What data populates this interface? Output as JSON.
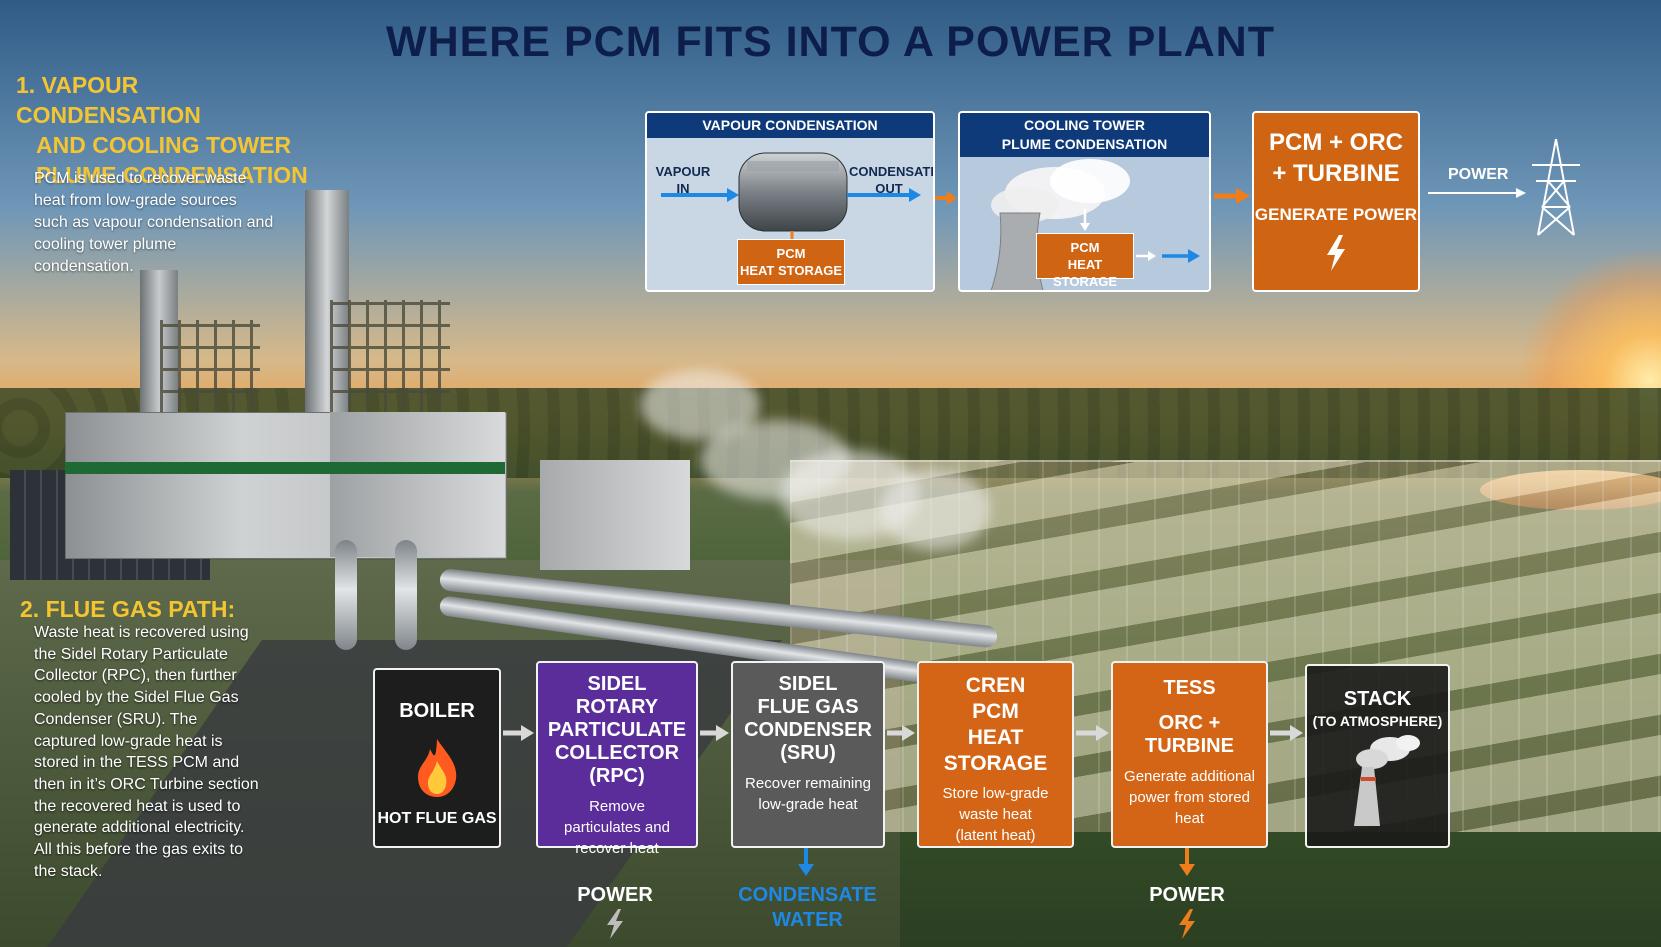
{
  "title": "WHERE PCM FITS INTO A POWER PLANT",
  "section1": {
    "heading_lines": [
      "1.  VAPOUR CONDENSATION",
      "AND COOLING TOWER",
      "PLUME CONDENSATION"
    ],
    "body": "PCM is used to recover waste heat from low-grade sources such as vapour condensation and cooling tower plume condensation."
  },
  "top_flow": {
    "vapour_panel": {
      "title": "VAPOUR CONDENSATION",
      "input_label": [
        "VAPOUR",
        "IN"
      ],
      "output_label": [
        "CONDENSATE",
        "OUT"
      ],
      "storage_label": [
        "PCM",
        "HEAT STORAGE"
      ]
    },
    "cooling_panel": {
      "title": [
        "COOLING TOWER",
        "PLUME CONDENSATION"
      ],
      "storage_label": [
        "PCM",
        "HEAT STORAGE"
      ]
    },
    "generation_box": {
      "title": [
        "PCM + ORC",
        "+ TURBINE"
      ],
      "subtitle": "GENERATE POWER"
    },
    "power_label": "POWER"
  },
  "section2": {
    "heading": "2. FLUE GAS PATH:",
    "body": "Waste heat is recovered using the Sidel Rotary Particulate Collector (RPC), then further cooled by the Sidel Flue Gas Condenser (SRU). The captured low-grade heat is stored in the TESS PCM and then in it’s ORC Turbine section the recovered heat is used to generate additional electricity. All this before the gas exits to the stack."
  },
  "flue_path": [
    {
      "id": "boiler",
      "title": [
        "BOILER"
      ],
      "desc": "HOT FLUE GAS",
      "color": "#1c1c1c"
    },
    {
      "id": "rpc",
      "title": [
        "SIDEL",
        "ROTARY",
        "PARTICULATE",
        "COLLECTOR (RPC)"
      ],
      "desc": "Remove particulates and recover heat",
      "color": "#5a2d9a"
    },
    {
      "id": "sru",
      "title": [
        "SIDEL",
        "FLUE GAS",
        "CONDENSER",
        "(SRU)"
      ],
      "desc": "Recover remaining low-grade heat",
      "color": "#5a5a5a"
    },
    {
      "id": "cren",
      "title": [
        "CREN",
        "PCM",
        "HEAT STORAGE"
      ],
      "desc": "Store low-grade waste heat (latent heat)",
      "color": "#d46516"
    },
    {
      "id": "tess",
      "title": [
        "TESS",
        "ORC + TURBINE"
      ],
      "desc": "Generate additional power from stored heat",
      "color": "#d46516"
    },
    {
      "id": "stack",
      "title": [
        "STACK"
      ],
      "desc": "(TO ATMOSPHERE)",
      "color": "#1c1c1c"
    }
  ],
  "outputs": {
    "rpc": "POWER",
    "sru": [
      "CONDENSATE",
      "WATER"
    ],
    "tess": "POWER"
  },
  "colors": {
    "title": "#0d1e4a",
    "heading": "#f3c532",
    "panel_header": "#0e3a7a",
    "orange": "#cf6413",
    "arrow_blue": "#1e88e5",
    "arrow_orange": "#f07d1c",
    "condensate_text": "#1e88e5"
  }
}
